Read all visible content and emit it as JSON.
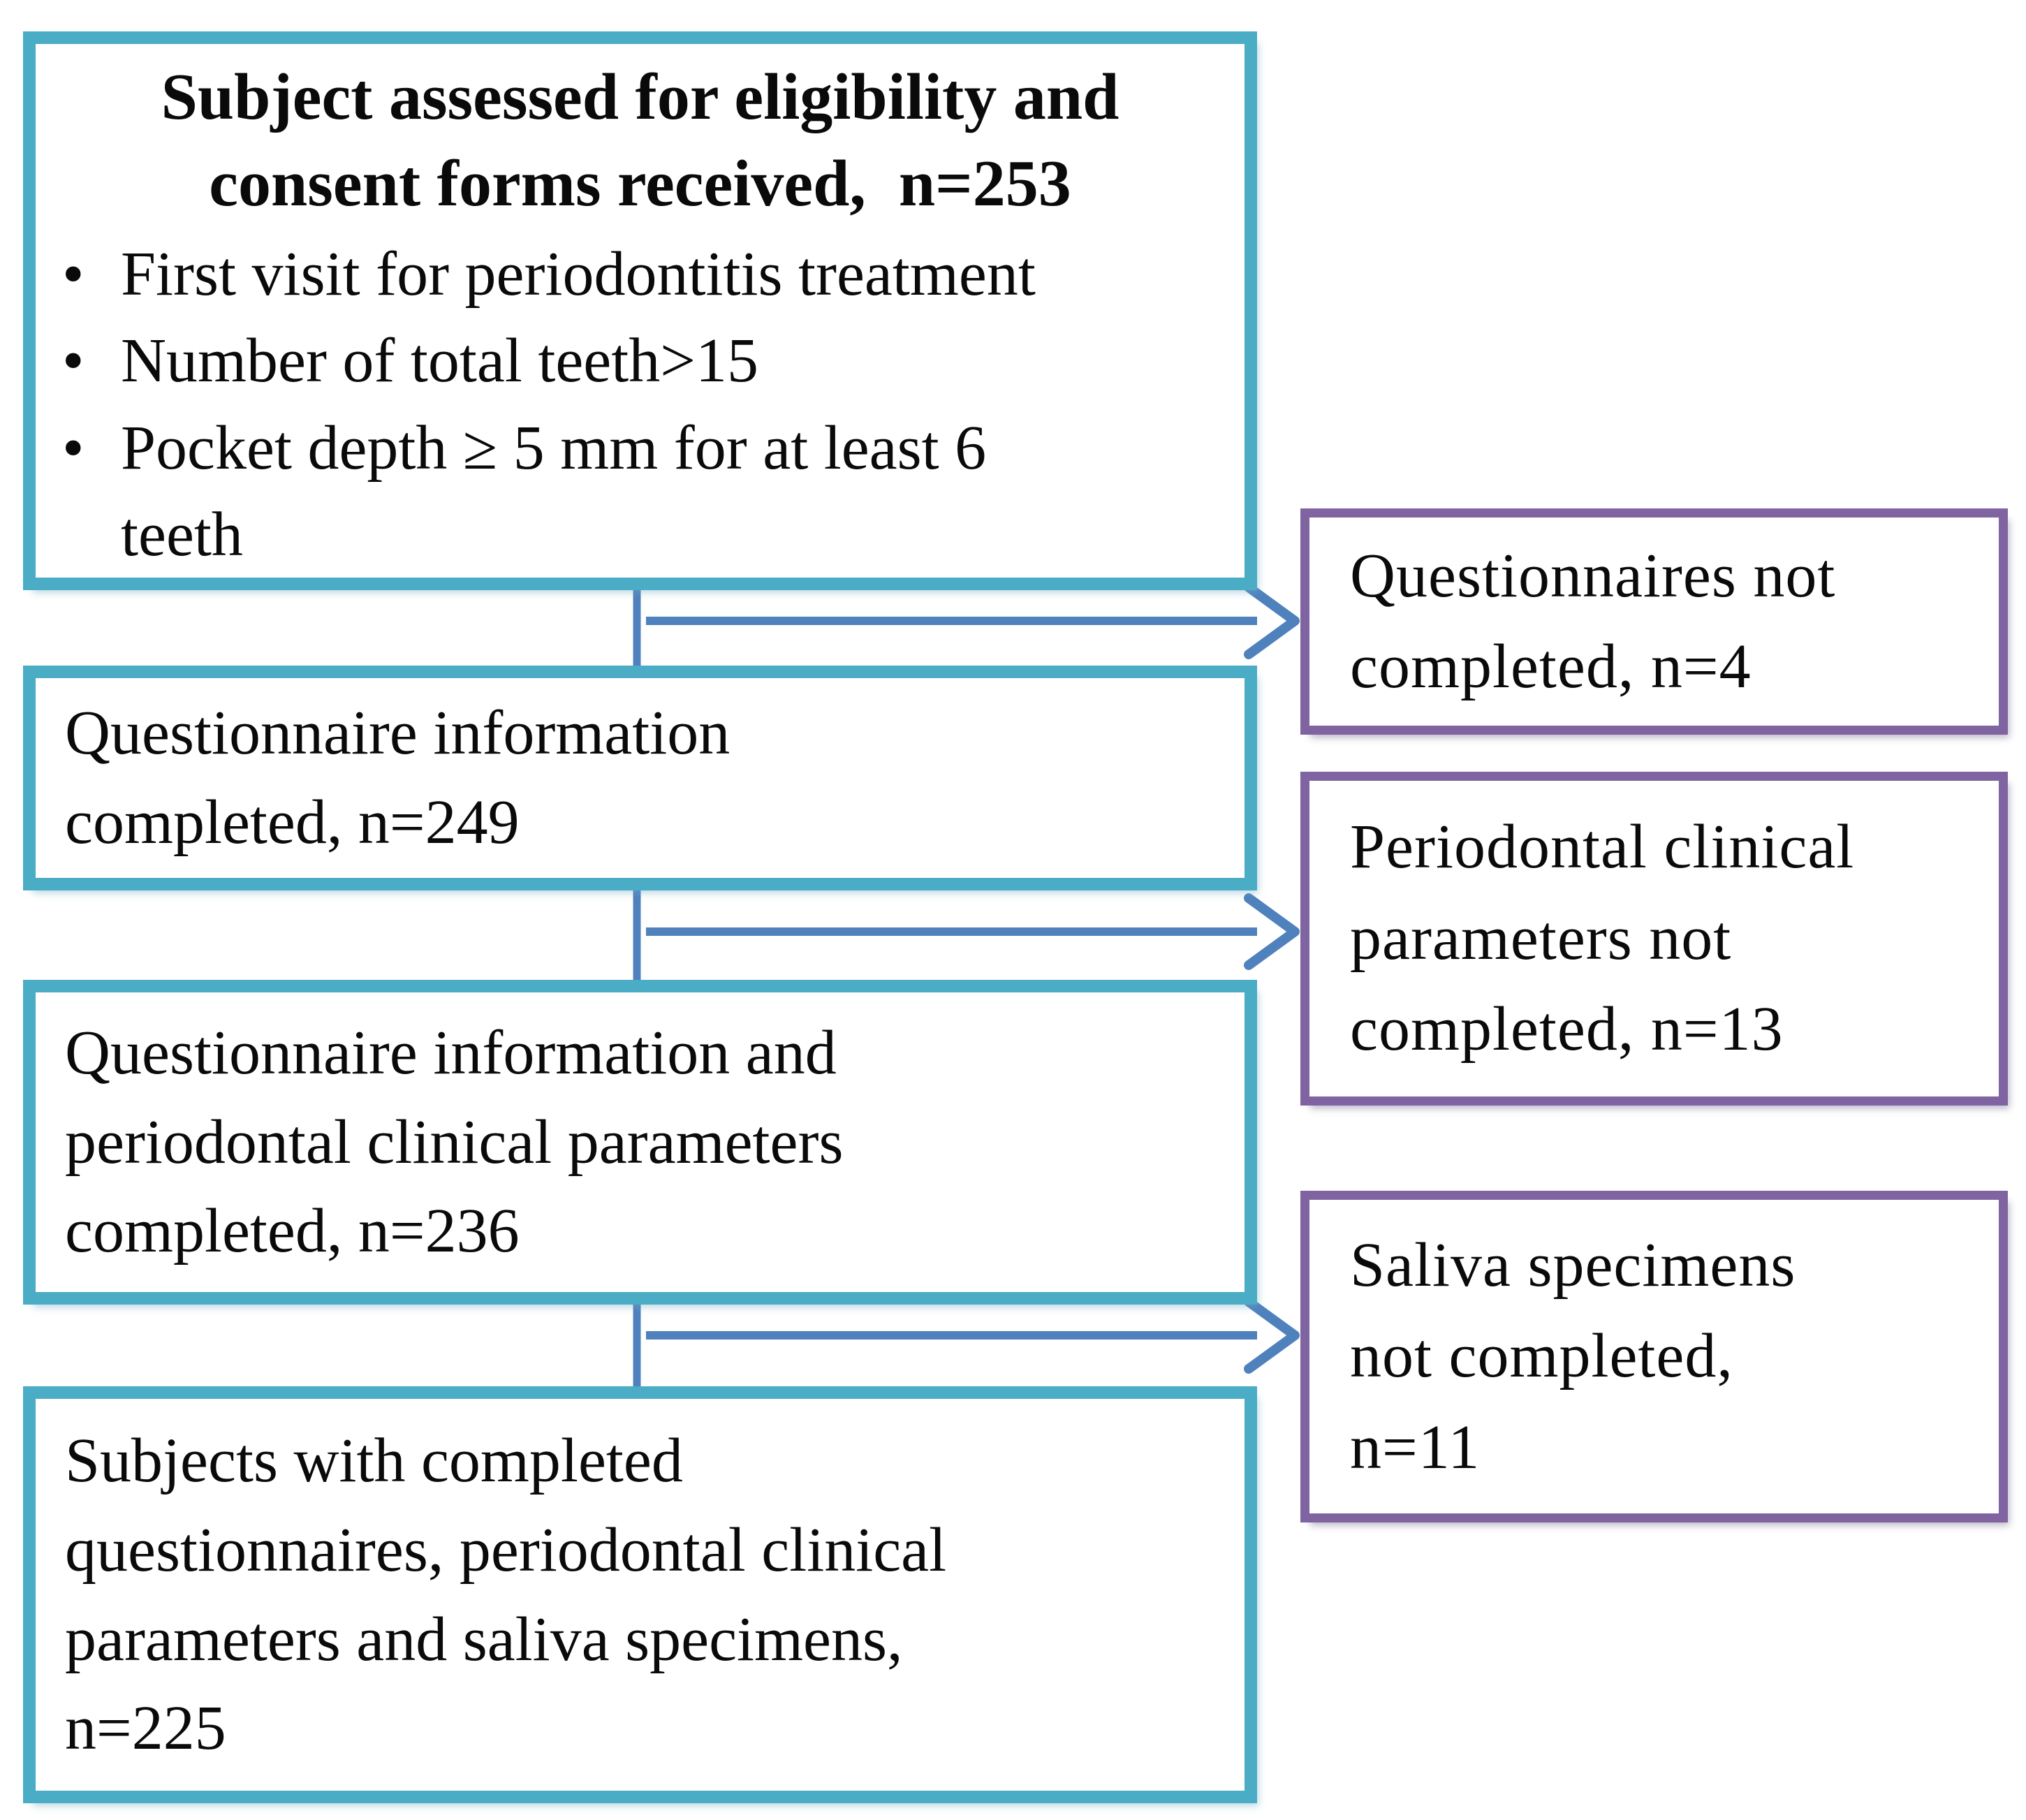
{
  "palette": {
    "teal": "#4BACC6",
    "purple": "#8064A2",
    "blue": "#4F81BD"
  },
  "flow": {
    "eligibility": {
      "title_lines": [
        "Subject assessed for eligibility and",
        "consent forms received,  n=253"
      ],
      "bullet_glyph": "•",
      "bullets": [
        "First visit for periodontitis treatment",
        "Number of total teeth>15",
        "Pocket depth ≥ 5 mm for at least 6\nteeth"
      ]
    },
    "questionnaire_completed": {
      "text": "Questionnaire information\ncompleted, n=249"
    },
    "questionnaire_and_clinical_completed": {
      "text": "Questionnaire information and\nperiodontal clinical parameters\ncompleted, n=236"
    },
    "all_completed": {
      "text": "Subjects with completed\nquestionnaires, periodontal clinical\nparameters and saliva specimens,\nn=225"
    },
    "excluded_questionnaires": {
      "text": "Questionnaires not\ncompleted, n=4"
    },
    "excluded_clinical_parameters": {
      "text": "Periodontal clinical\nparameters not\ncompleted, n=13"
    },
    "excluded_saliva": {
      "text": "Saliva specimens\nnot completed,\nn=11"
    }
  }
}
